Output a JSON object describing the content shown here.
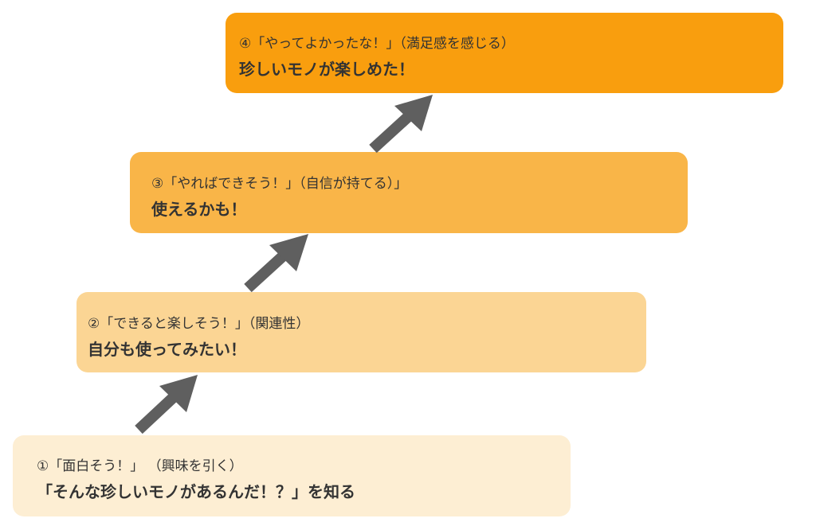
{
  "steps": [
    {
      "caption": "①「面白そう！」 （興味を引く）",
      "headline": "「そんな珍しいモノがあるんだ！？」を知る",
      "color": "#FDEED3"
    },
    {
      "caption": "②「できると楽しそう！」（関連性）",
      "headline": "自分も使ってみたい！",
      "color": "#FBD594"
    },
    {
      "caption": "③「やればできそう！」（自信が持てる）」",
      "headline": "使えるかも！",
      "color": "#F9B548"
    },
    {
      "caption": "④「やってよかったな！」（満足感を感じる）",
      "headline": "珍しいモノが楽しめた！",
      "color": "#F99E0E"
    }
  ],
  "arrow_color": "#5F5F5F"
}
